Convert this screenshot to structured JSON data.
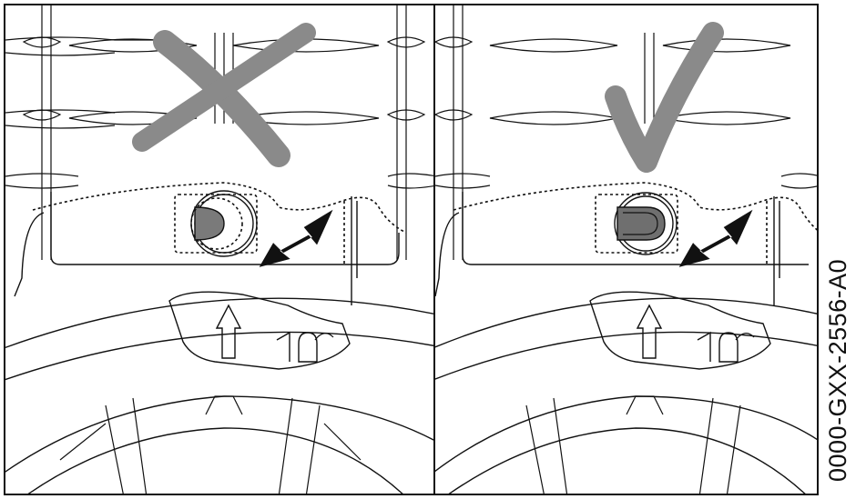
{
  "figure": {
    "code": "0000-GXX-2556-A0",
    "panels": [
      {
        "id": "incorrect",
        "mark": "cross-icon",
        "knob_state": "partially-covered"
      },
      {
        "id": "correct",
        "mark": "checkmark-icon",
        "knob_state": "fully-engaged"
      }
    ],
    "symbols": {
      "step_number": "1",
      "action": "lock"
    },
    "colors": {
      "mark": "#8a8a8a",
      "knob": "#7a7a7a",
      "line": "#111111"
    }
  }
}
